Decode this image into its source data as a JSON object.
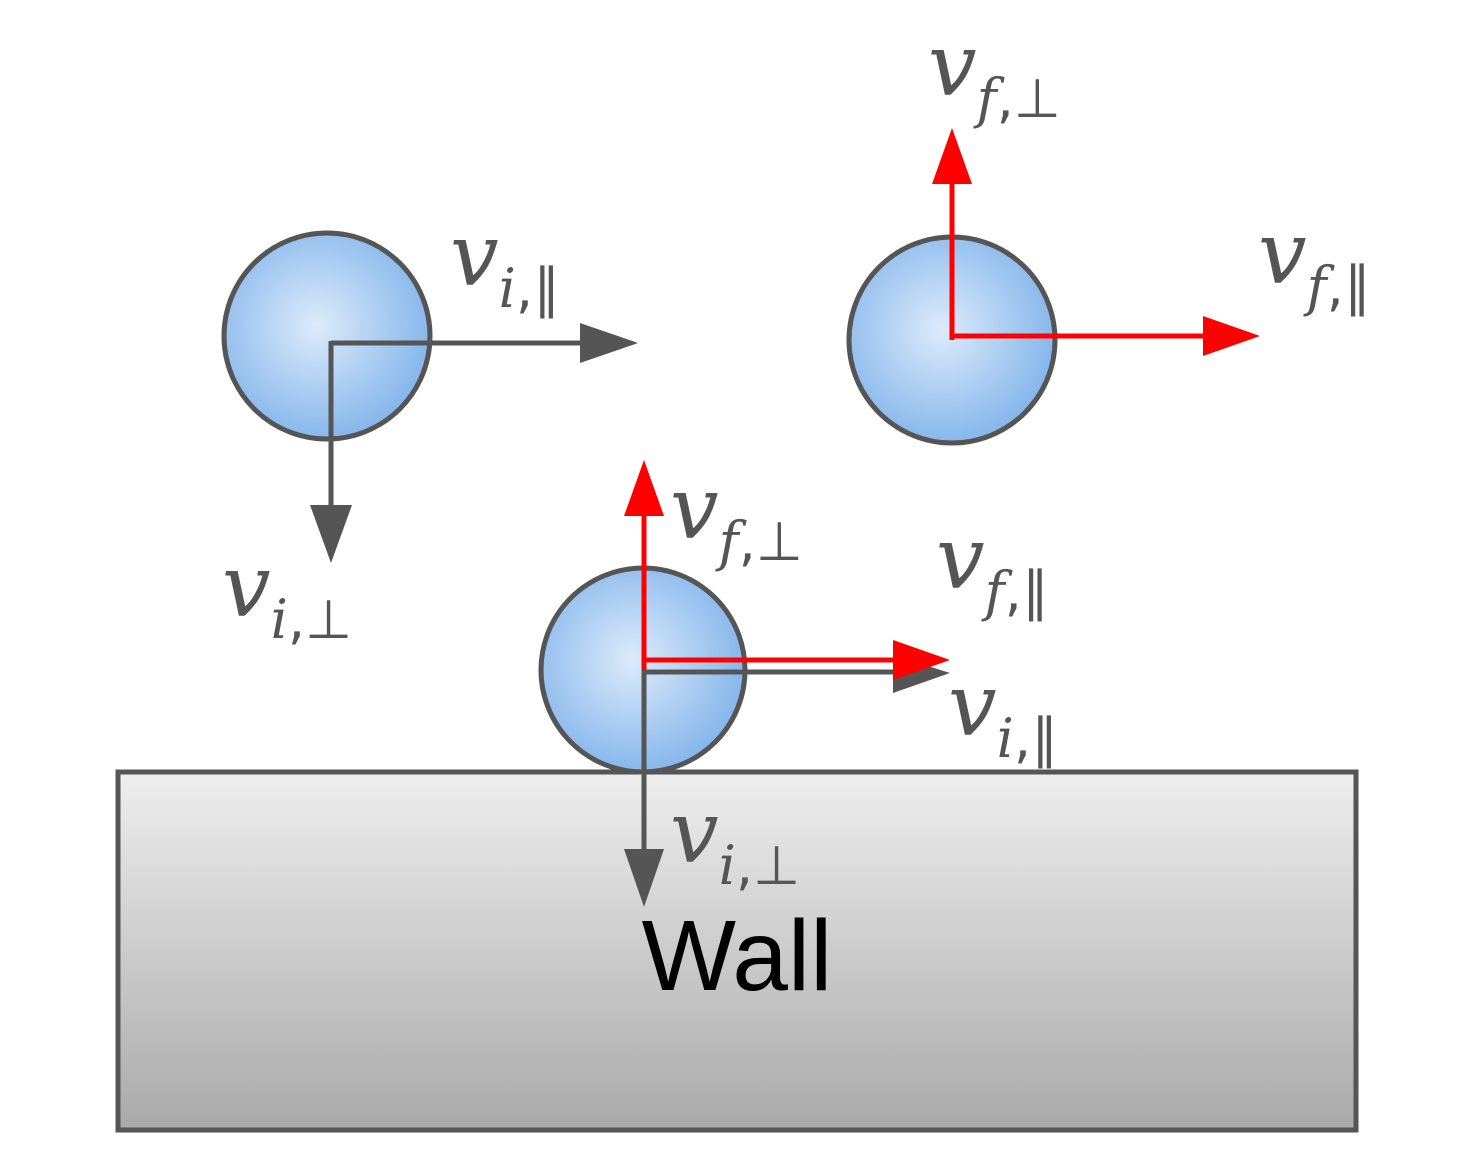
{
  "wall": {
    "label": "Wall"
  },
  "labels": {
    "top_left_parallel": {
      "var": "v",
      "sub1": "i",
      "sep": ",",
      "sub2": "∥"
    },
    "top_left_perp": {
      "var": "v",
      "sub1": "i",
      "sep": ",",
      "sub2": "⊥"
    },
    "top_right_perp": {
      "var": "v",
      "sub1": "f",
      "sep": ",",
      "sub2": "⊥"
    },
    "top_right_parallel": {
      "var": "v",
      "sub1": "f",
      "sep": ",",
      "sub2": "∥"
    },
    "bottom_f_perp": {
      "var": "v",
      "sub1": "f",
      "sep": ",",
      "sub2": "⊥"
    },
    "bottom_f_parallel": {
      "var": "v",
      "sub1": "f",
      "sep": ",",
      "sub2": "∥"
    },
    "bottom_i_parallel": {
      "var": "v",
      "sub1": "i",
      "sep": ",",
      "sub2": "∥"
    },
    "bottom_i_perp": {
      "var": "v",
      "sub1": "i",
      "sep": ",",
      "sub2": "⊥"
    }
  },
  "colors": {
    "initial_arrow": "#555555",
    "final_arrow": "#ff0000",
    "ball_fill_center": "#dcebfb",
    "ball_fill_edge": "#7fb2ea",
    "ball_stroke": "#555555",
    "wall_top": "#eeeeee",
    "wall_bottom": "#a9a9a9"
  }
}
